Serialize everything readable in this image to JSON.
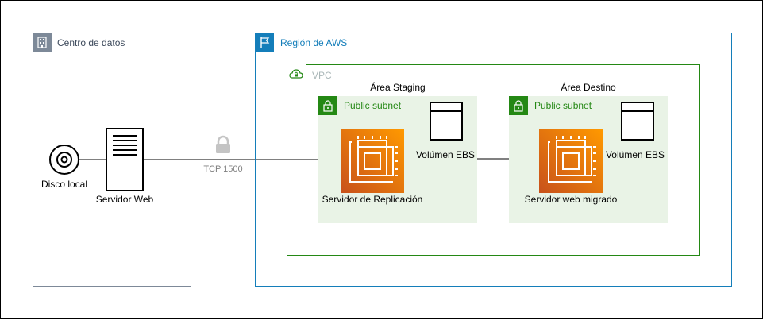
{
  "groups": {
    "datacenter": {
      "title": "Centro de datos",
      "color": "#7d8998",
      "icon": "office-building-icon"
    },
    "aws_region": {
      "title": "Región de AWS",
      "color": "#147eba",
      "icon": "flag-icon"
    },
    "vpc": {
      "title": "VPC",
      "color": "#248814",
      "title_color": "#aab7b8",
      "icon": "cloud-lock-icon"
    },
    "subnet_staging": {
      "title": "Public subnet",
      "area_label": "Área Staging",
      "color": "#248814",
      "fill": "#e9f3e6",
      "icon": "lock-icon"
    },
    "subnet_destino": {
      "title": "Public subnet",
      "area_label": "Área Destino",
      "color": "#248814",
      "fill": "#e9f3e6",
      "icon": "lock-icon"
    }
  },
  "nodes": {
    "disk": {
      "label": "Disco local",
      "icon": "disk-icon"
    },
    "web_server": {
      "label": "Servidor Web",
      "icon": "server-icon"
    },
    "replication_server": {
      "label": "Servidor de Replicación",
      "icon": "ec2-instance-icon"
    },
    "ebs_staging": {
      "label": "Volúmen EBS",
      "icon": "ebs-volume-icon"
    },
    "migrated_server": {
      "label": "Servidor web migrado",
      "icon": "ec2-instance-icon"
    },
    "ebs_destino": {
      "label": "Volúmen EBS",
      "icon": "ebs-volume-icon"
    }
  },
  "edges": {
    "replication": {
      "label": "TCP 1500",
      "icon": "padlock-icon"
    }
  },
  "colors": {
    "ec2_gradient_start": "#c8511b",
    "ec2_gradient_end": "#ff9900"
  }
}
